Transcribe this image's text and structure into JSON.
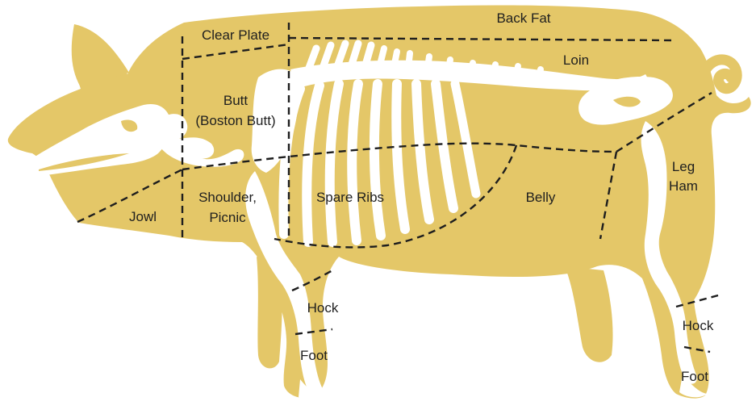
{
  "diagram": {
    "colors": {
      "body": "#e4c768",
      "skeleton": "#ffffff",
      "cut_lines": "#1e1e1e",
      "label_text": "#1f1f1f"
    },
    "labels": {
      "clear_plate": "Clear Plate",
      "back_fat": "Back Fat",
      "loin": "Loin",
      "butt_line1": "Butt",
      "butt_line2": "(Boston Butt)",
      "shoulder_line1": "Shoulder,",
      "shoulder_line2": "Picnic",
      "jowl": "Jowl",
      "spare_ribs": "Spare Ribs",
      "belly": "Belly",
      "leg": "Leg",
      "ham": "Ham",
      "front_hock": "Hock",
      "front_foot": "Foot",
      "hind_hock": "Hock",
      "hind_foot": "Foot"
    }
  }
}
